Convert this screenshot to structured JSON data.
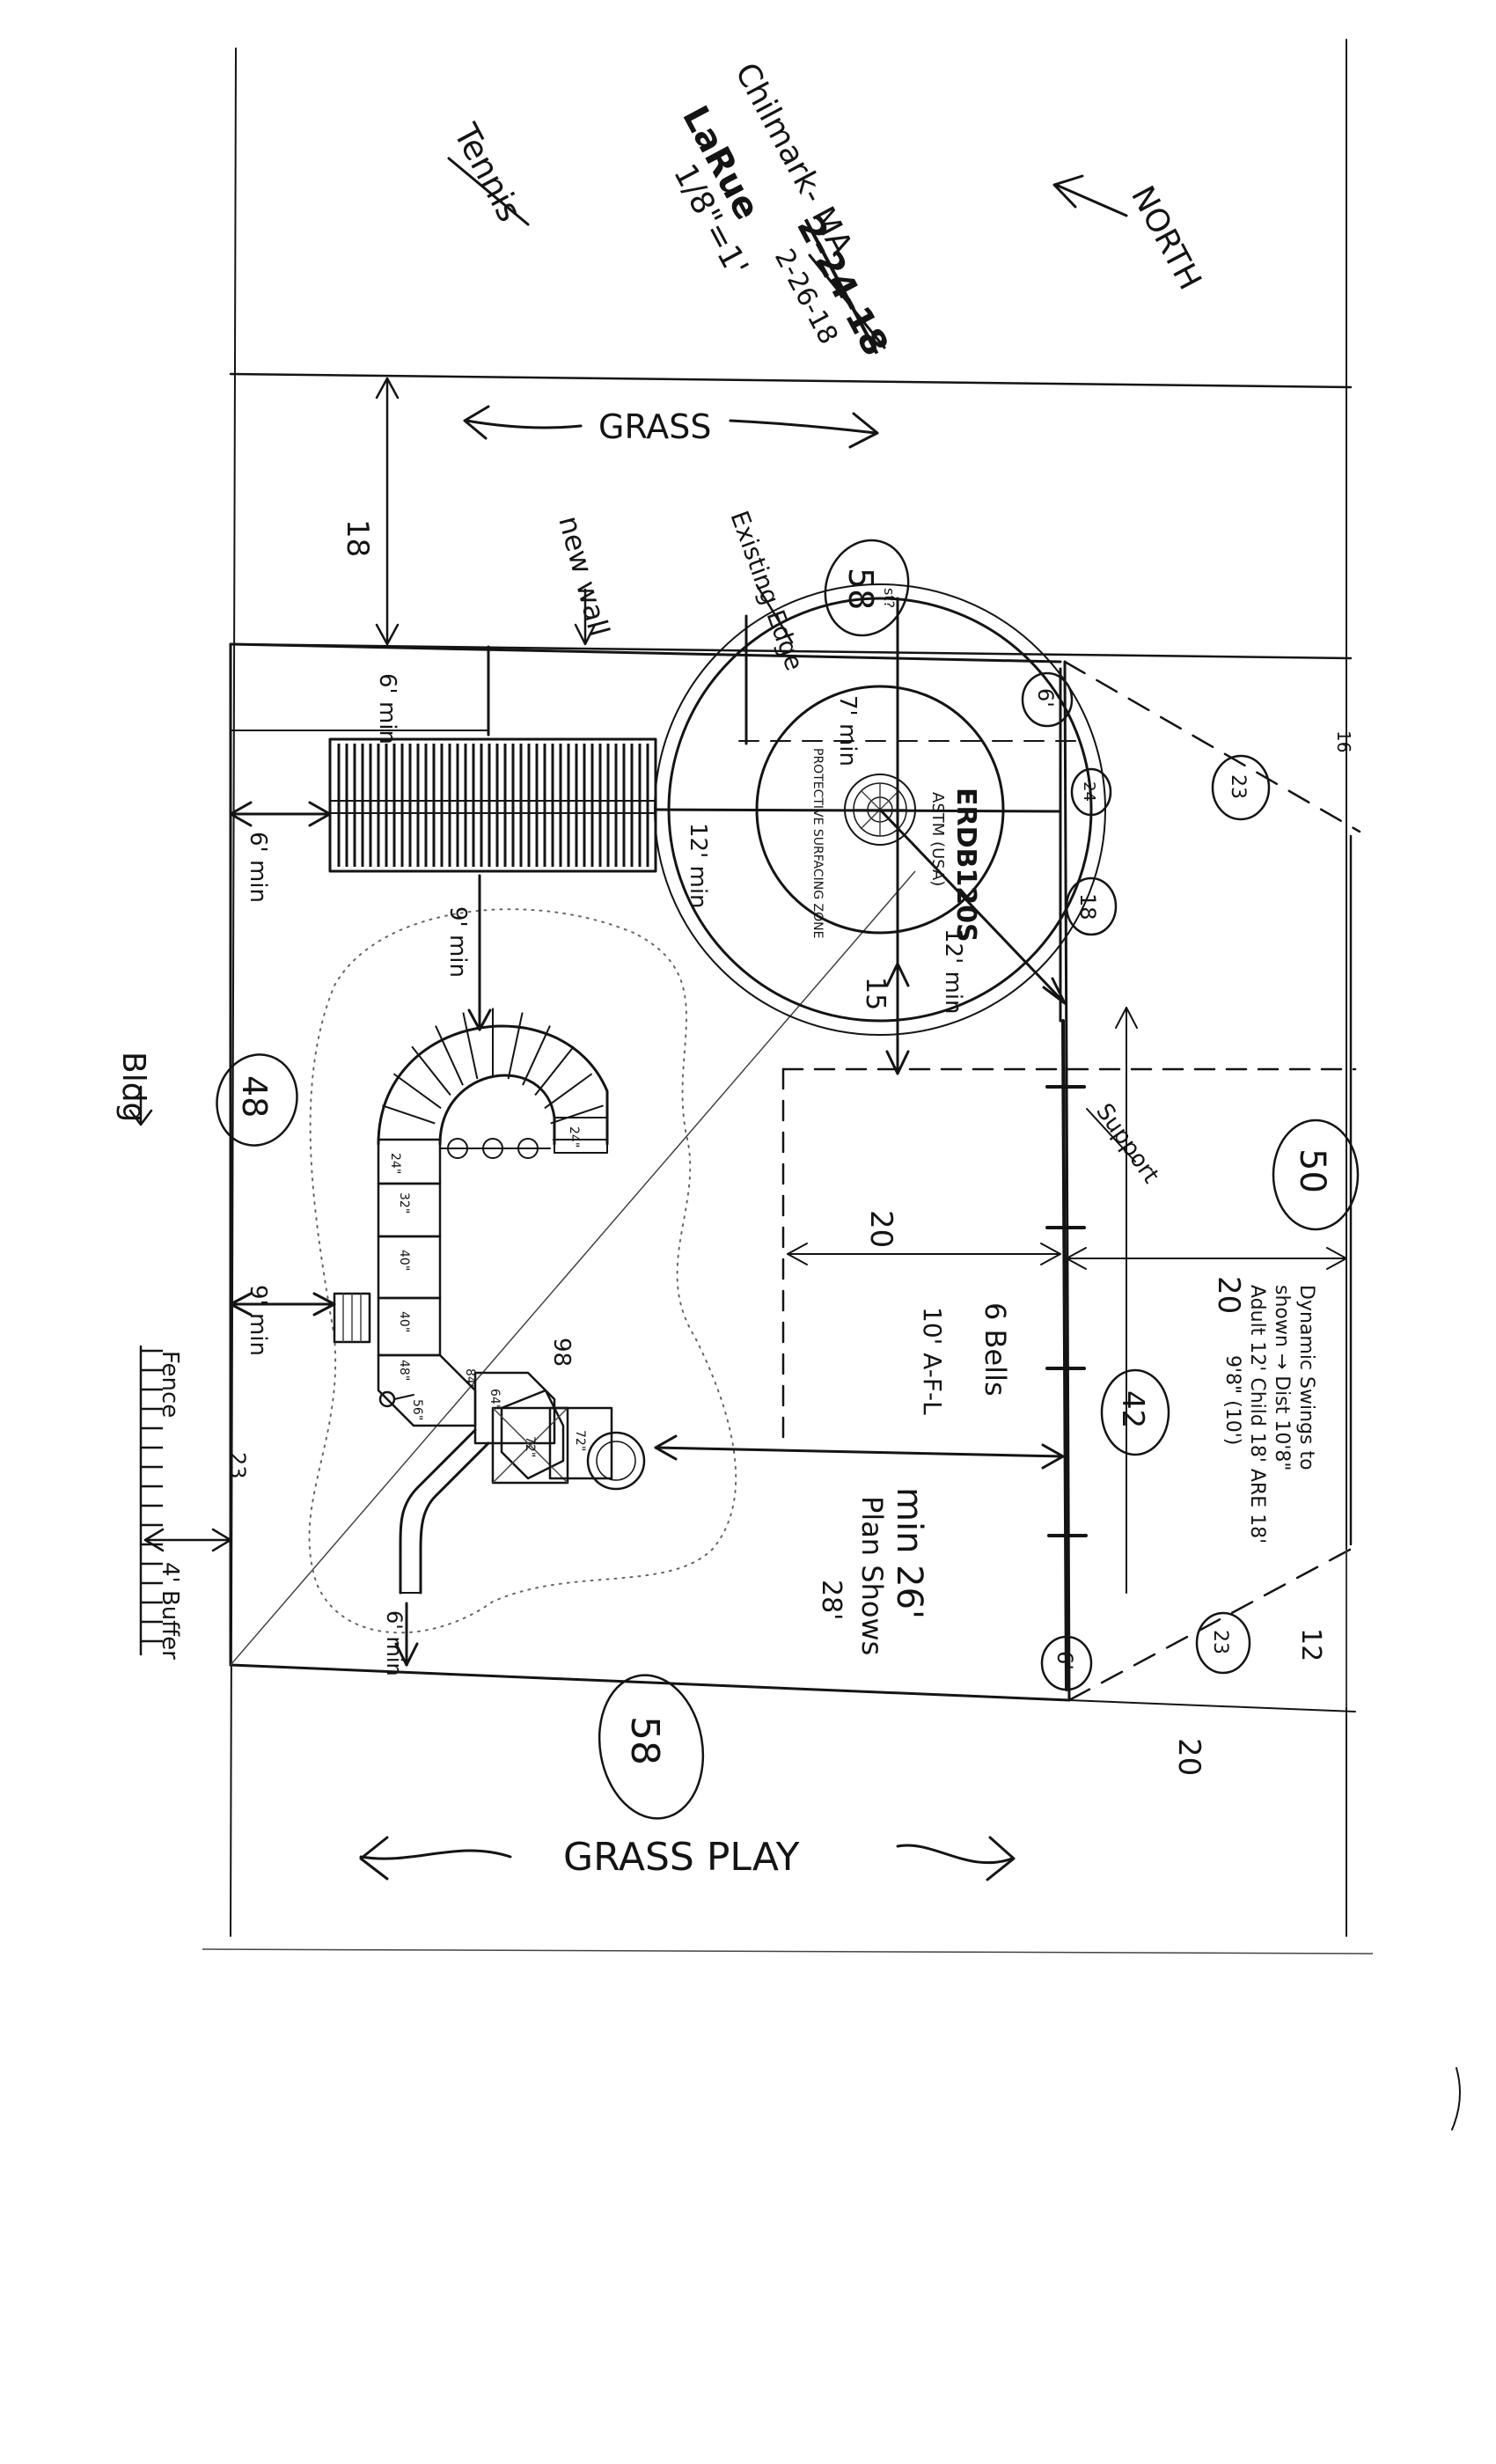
{
  "header": {
    "site_name": "Chilmark- MA",
    "author": "LaRue",
    "struck_date": "2-24-18",
    "scale": "1/8\"=1'",
    "revised_date": "2-26-18",
    "north_label": "NORTH",
    "tennis_label": "Tennis"
  },
  "areas": {
    "grass_top": "GRASS",
    "grass_play": "GRASS PLAY",
    "bldg": "Bldg",
    "fence": "Fence",
    "buffer": "4' Buffer",
    "new_wall": "new wall",
    "existing_edge": "Existing Edge",
    "support": "Support"
  },
  "dimensions": {
    "d18": "18",
    "d6min_top": "6' min",
    "d6min_left": "6' min",
    "d9min_mid": "9' min",
    "d9min_left": "9' min",
    "d7min": "7' min",
    "d12min_a": "12' min",
    "d12min_b": "12' min",
    "d15": "15",
    "d6min_bottom": "6' min",
    "d20_inner": "20",
    "d20_right": "20",
    "d20_bottom": "20",
    "d12_right": "12",
    "d23_left": "23",
    "d98": "98",
    "d16_top": "16"
  },
  "circled_values": {
    "c58_top": "58",
    "c58_top_sub": "st?",
    "c58_bottom": "58",
    "c50": "50",
    "c48": "48",
    "c42": "42",
    "c23_a": "23",
    "c23_b": "23",
    "c6_a": "6'",
    "c6_b": "6'",
    "c18": "18",
    "c24": "24"
  },
  "equipment": {
    "spinner_model": "ERDB120S",
    "spinner_standard": "ASTM (USA)",
    "spinner_zone": "PROTECTIVE SURFACING ZONE",
    "deck_heights": [
      "24\"",
      "32\"",
      "40\"",
      "40\"",
      "48\"",
      "56\"",
      "64\"",
      "72\"",
      "72\"",
      "84\"",
      "24\""
    ]
  },
  "notes": {
    "bells": "6 Bells",
    "bells_sub": "10' A-F-L",
    "min26": "min 26'",
    "plan_shows": "Plan Shows",
    "plan_shows_val": "28'",
    "dynamic_note": [
      "Dynamic Swings to",
      "shown → Dist 10'8\"",
      "Adult 12' Child 18' ARE 18'",
      "9'8\" (10')"
    ]
  }
}
